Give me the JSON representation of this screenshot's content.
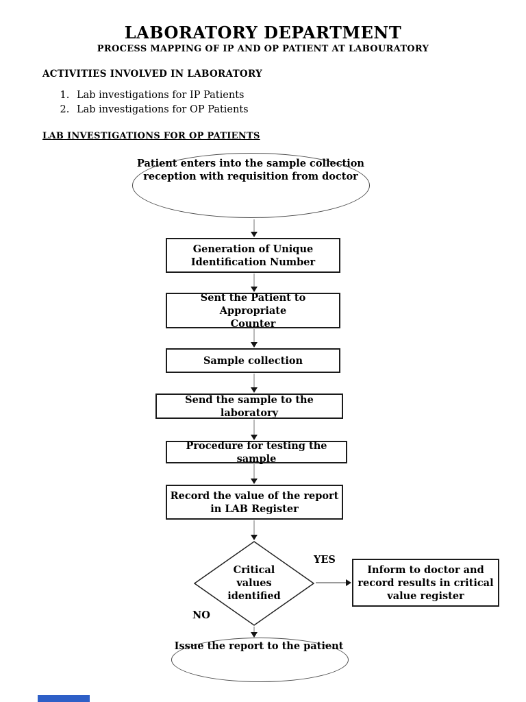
{
  "page": {
    "title": "LABORATORY DEPARTMENT",
    "subtitle": "PROCESS MAPPING OF IP AND OP PATIENT AT LABOURATORY",
    "activities_heading": "ACTIVITIES INVOLVED IN LABORATORY",
    "activities": [
      "Lab investigations for IP Patients",
      "Lab investigations for OP Patients"
    ],
    "flow_heading": "LAB INVESTIGATIONS FOR OP PATIENTS"
  },
  "flowchart": {
    "start": "Patient enters into the sample collection\nreception with requisition from doctor",
    "steps": [
      "Generation of Unique\nIdentification Number",
      "Sent the Patient to Appropriate\nCounter",
      "Sample collection",
      "Send the sample to the laboratory",
      "Procedure for testing the sample",
      "Record the value of the report\nin LAB Register"
    ],
    "decision": "Critical\nvalues\nidentified",
    "yes_label": "YES",
    "no_label": "NO",
    "yes_action": "Inform to doctor and\nrecord results in critical\nvalue register",
    "end": "Issue the report to the patient"
  },
  "colors": {
    "text": "#000000",
    "box_border": "#1b1b1b",
    "connector_line": "#b8b8b8",
    "arrowhead": "#141414",
    "footer_bar": "#2e5fc7"
  }
}
